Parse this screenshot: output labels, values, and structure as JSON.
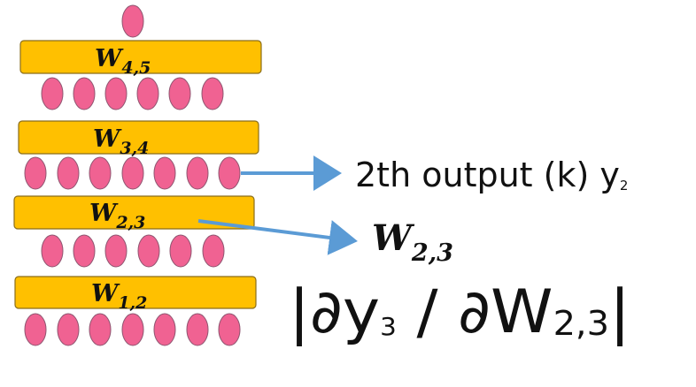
{
  "layers": [
    {
      "weight_base": "W",
      "weight_sub": "4,5"
    },
    {
      "weight_base": "W",
      "weight_sub": "3,4"
    },
    {
      "weight_base": "W",
      "weight_sub": "2,3"
    },
    {
      "weight_base": "W",
      "weight_sub": "1,2"
    }
  ],
  "output_label": {
    "text": "2th output (k) y",
    "sub": "2"
  },
  "weight_callout": {
    "base": "W",
    "sub": "2,3"
  },
  "gradient_expr": {
    "open": "|∂y",
    "y_sub": "3",
    "mid": " / ∂W",
    "w_sub": "2,3",
    "close": "|"
  },
  "colors": {
    "node": "#f06292",
    "bar": "#ffc000",
    "arrow": "#5b9bd5"
  }
}
